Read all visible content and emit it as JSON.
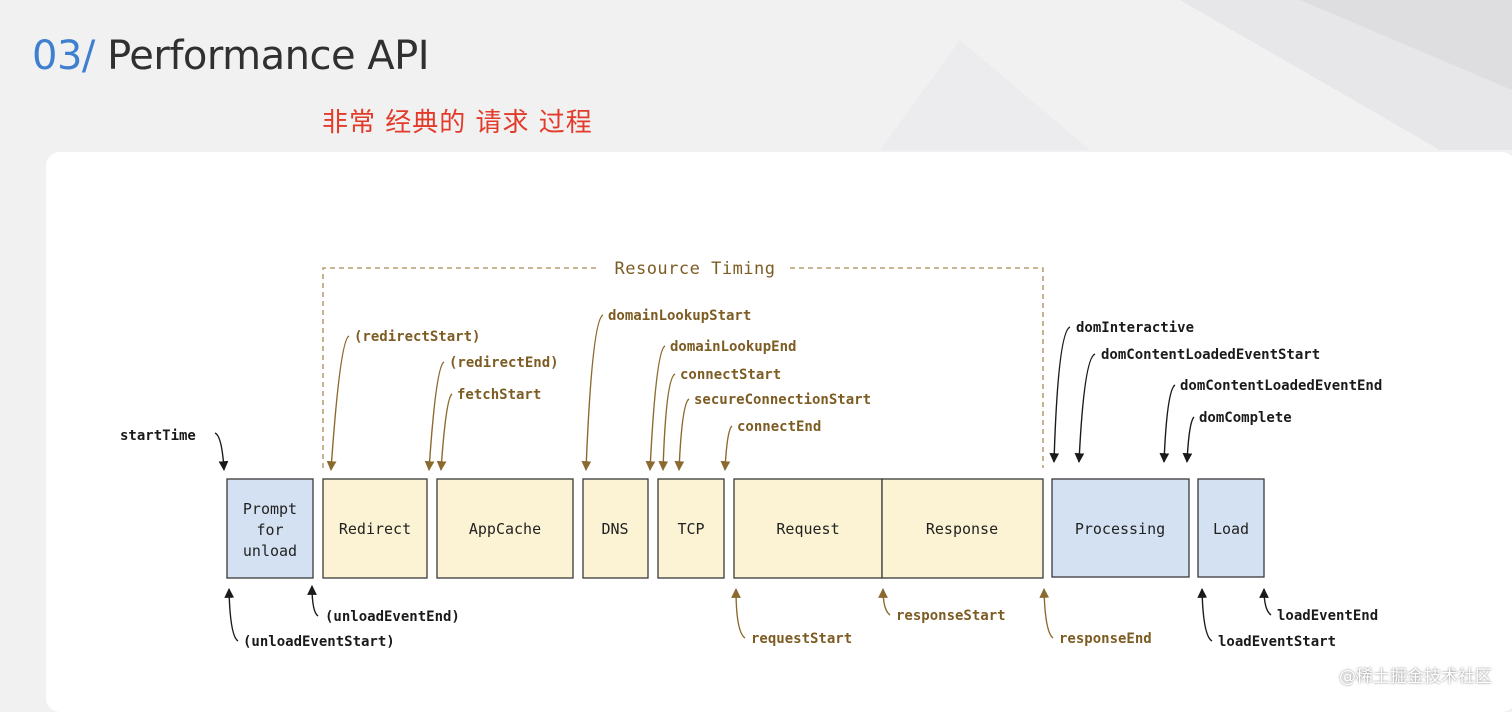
{
  "header": {
    "title_number": "03/",
    "title_text": "Performance API",
    "subtitle": "非常 经典的 请求 过程"
  },
  "diagram": {
    "group_label": "Resource Timing",
    "boxes": {
      "prompt": [
        "Prompt",
        "for",
        "unload"
      ],
      "redirect": "Redirect",
      "appcache": "AppCache",
      "dns": "DNS",
      "tcp": "TCP",
      "request": "Request",
      "response": "Response",
      "processing": "Processing",
      "load": "Load"
    },
    "markers": {
      "startTime": "startTime",
      "redirectStart": "(redirectStart)",
      "redirectEnd": "(redirectEnd)",
      "fetchStart": "fetchStart",
      "domainLookupStart": "domainLookupStart",
      "domainLookupEnd": "domainLookupEnd",
      "connectStart": "connectStart",
      "secureConnectionStart": "secureConnectionStart",
      "connectEnd": "connectEnd",
      "domInteractive": "domInteractive",
      "domContentLoadedEventStart": "domContentLoadedEventStart",
      "domContentLoadedEventEnd": "domContentLoadedEventEnd",
      "domComplete": "domComplete",
      "unloadEventEnd": "(unloadEventEnd)",
      "unloadEventStart": "(unloadEventStart)",
      "requestStart": "requestStart",
      "responseStart": "responseStart",
      "responseEnd": "responseEnd",
      "loadEventEnd": "loadEventEnd",
      "loadEventStart": "loadEventStart"
    },
    "colors": {
      "resource_fill": "#fbf3d3",
      "browser_fill": "#d4e1f2",
      "resource_label": "#7d5c23",
      "browser_label": "#1a1a1a",
      "outline": "#3a3a3a"
    }
  },
  "watermark": "@稀土掘金技术社区"
}
